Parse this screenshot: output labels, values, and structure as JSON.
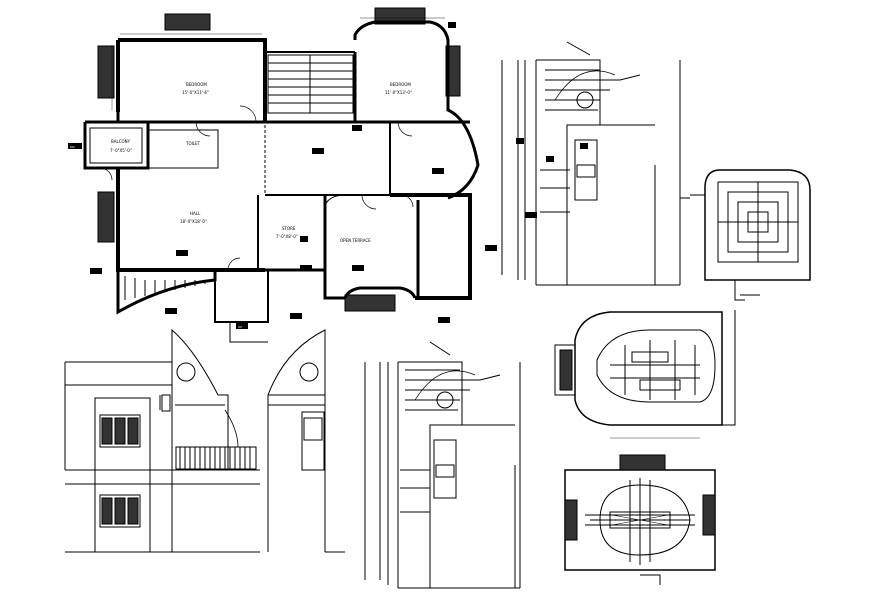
{
  "rooms": {
    "bedroom_1": "BEDROOM",
    "bedroom_1_size": "15'-0\"X11'-6\"",
    "bedroom_2": "BEDROOM",
    "bedroom_2_size": "11'-0\"X13'-0\"",
    "balcony": "BALCONY",
    "balcony_size": "7'-0\"X5'-0\"",
    "toilet": "TOILET",
    "hall": "HALL",
    "hall_size": "18'-0\"X18'-0\"",
    "store": "STORE",
    "store_size": "7'-0\"X8'-0\"",
    "open_terrace": "OPEN TERRACE"
  },
  "tags": {
    "tag_a": "DN",
    "tag_b": "UP"
  },
  "colors": {
    "line": "#000000",
    "background": "#ffffff"
  }
}
